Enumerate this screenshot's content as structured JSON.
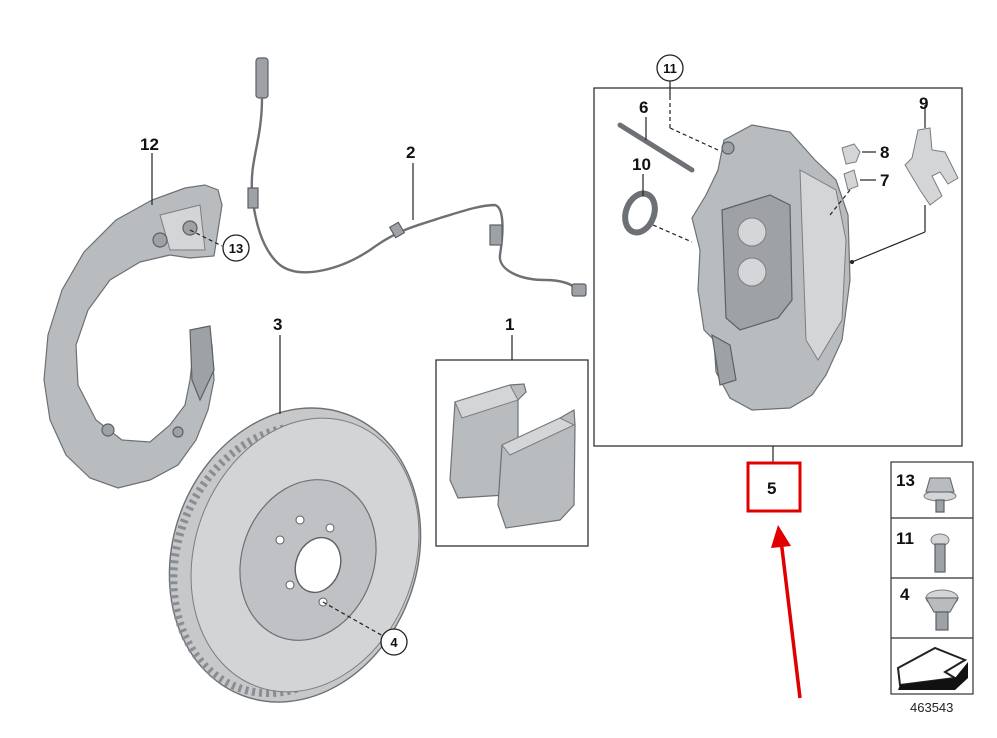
{
  "diagram": {
    "callouts": {
      "p1": "1",
      "p2": "2",
      "p3": "3",
      "p4": "4",
      "p5": "5",
      "p6": "6",
      "p7": "7",
      "p8": "8",
      "p9": "9",
      "p10": "10",
      "p11": "11",
      "p12": "12",
      "p13": "13"
    },
    "legend": {
      "item_13": "13",
      "item_11": "11",
      "item_4": "4"
    },
    "reference_number": "463543",
    "highlight_color": "#e00000",
    "highlighted_callout": "5"
  }
}
